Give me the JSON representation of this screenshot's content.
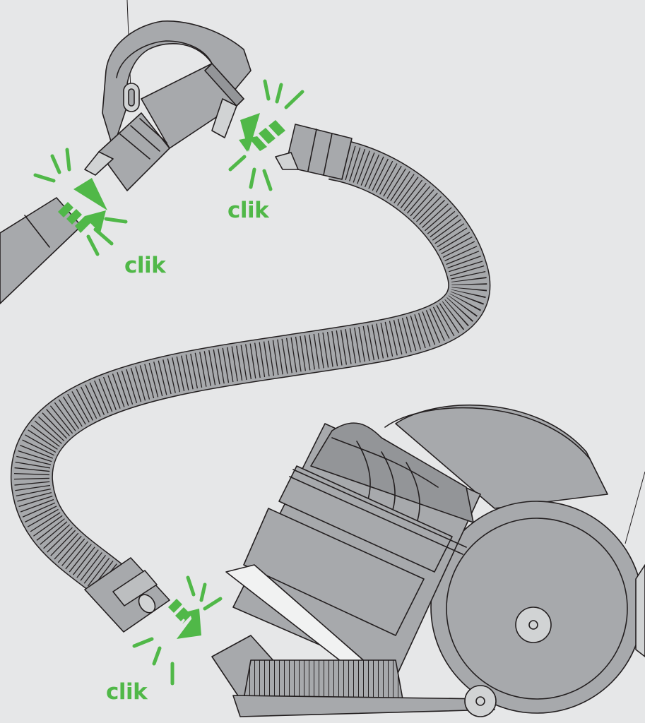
{
  "labels": {
    "clik_top": "clik",
    "clik_left": "clik",
    "clik_bottom": "clik"
  },
  "colors": {
    "background": "#e6e7e8",
    "accent_green": "#50b848",
    "part_gray": "#a7a9ac",
    "part_light": "#d1d3d4",
    "outline": "#231f20"
  },
  "icons": [
    "push-arrow-icon",
    "click-burst-icon"
  ]
}
